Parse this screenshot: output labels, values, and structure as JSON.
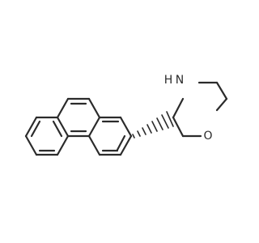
{
  "molecule": {
    "atoms": {
      "nitrogen": "N",
      "hydrogen": "H",
      "oxygen": "O"
    },
    "stereo_wedge": "hashed"
  },
  "colors": {
    "bond": "#2b2b2b",
    "background": "#ffffff"
  }
}
